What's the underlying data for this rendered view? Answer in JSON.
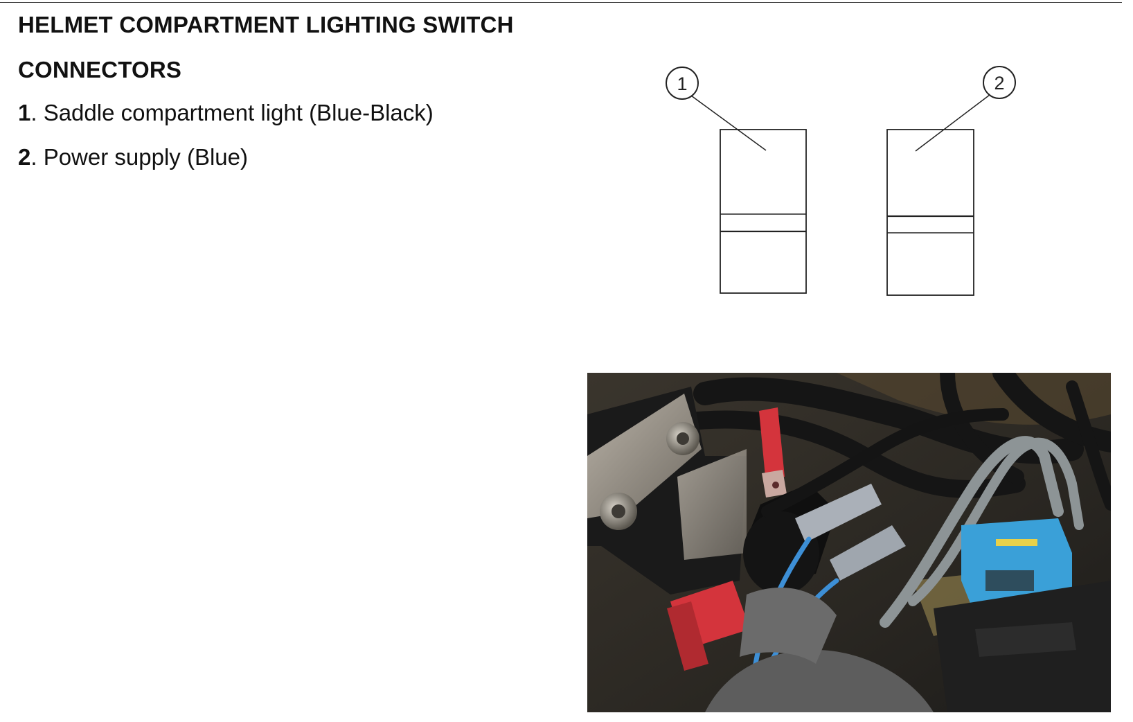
{
  "page": {
    "title": "HELMET COMPARTMENT LIGHTING SWITCH",
    "subtitle": "CONNECTORS"
  },
  "legend": [
    {
      "number": "1",
      "text": ". Saddle compartment light (Blue-Black)"
    },
    {
      "number": "2",
      "text": ". Power supply (Blue)"
    }
  ],
  "diagram": {
    "callouts": [
      "1",
      "2"
    ]
  },
  "photo": {
    "colors": {
      "background": "#2e2a24",
      "red_connector": "#d4343c",
      "blue_connector": "#3aa0d8",
      "grey_wire": "#8d9496",
      "blue_wire": "#3d8fd6",
      "black_wire": "#141414",
      "bracket_metal": "#9a938a"
    }
  }
}
